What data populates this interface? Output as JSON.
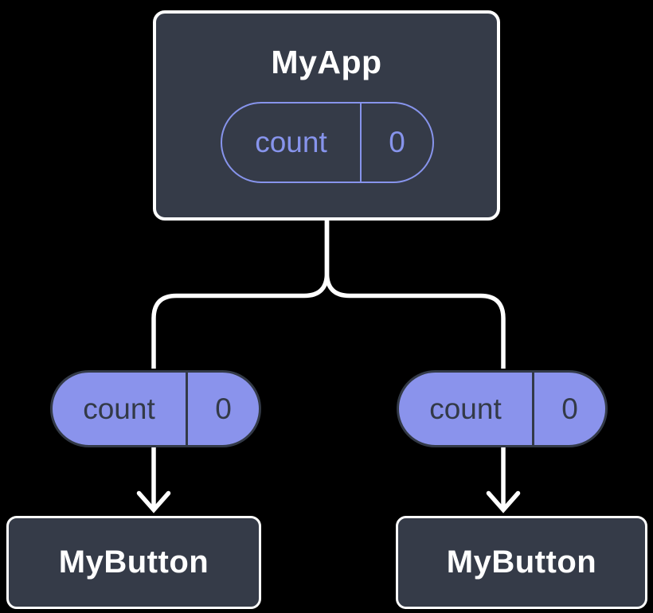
{
  "diagram": {
    "type": "component-tree",
    "root": {
      "title": "MyApp",
      "state": {
        "label": "count",
        "value": "0"
      }
    },
    "children": [
      {
        "title": "MyButton",
        "prop": {
          "label": "count",
          "value": "0"
        }
      },
      {
        "title": "MyButton",
        "prop": {
          "label": "count",
          "value": "0"
        }
      }
    ],
    "colors": {
      "background": "#000000",
      "node_fill": "#353B48",
      "node_border": "#FFFFFF",
      "pill_fill": "#8A93EC",
      "pill_outline": "#8794EC",
      "pill_dark_text": "#333A47",
      "connector": "#FFFFFF"
    }
  }
}
